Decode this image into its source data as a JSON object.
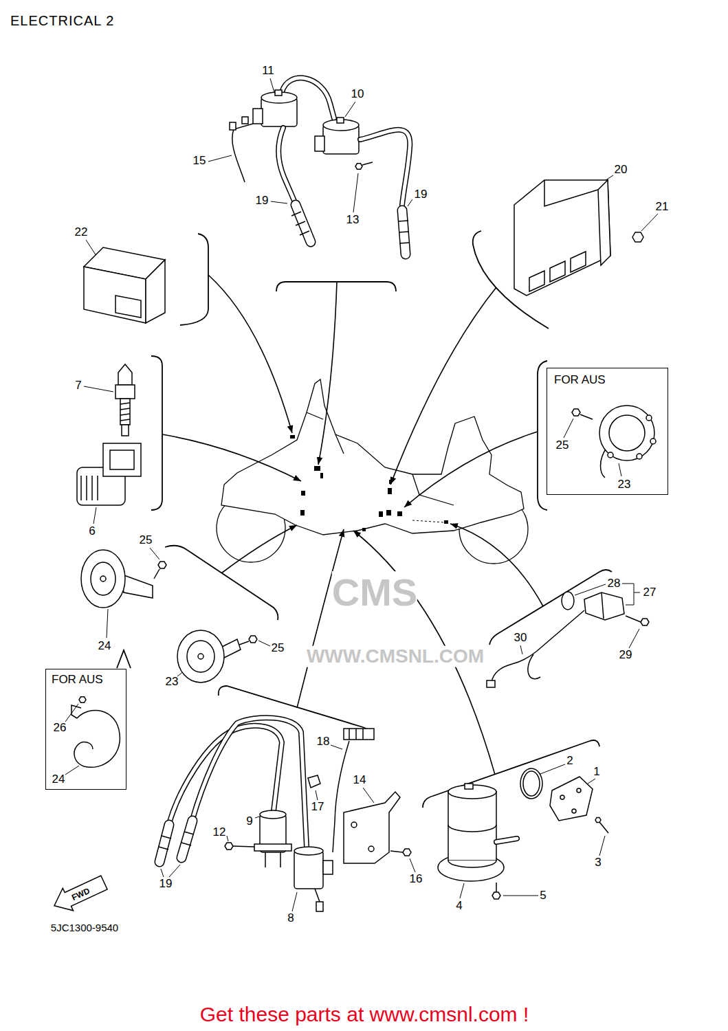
{
  "diagram": {
    "title": "ELECTRICAL 2",
    "caption": "Get these parts at www.cmsnl.com !",
    "nodes": [
      {
        "text": [
          "FOR AUS",
          "25",
          "23"
        ]
      },
      {
        "text": [
          "FOR AUS",
          "26",
          "24"
        ]
      }
    ],
    "labels": [
      "11",
      "10",
      "15",
      "20",
      "19",
      "19",
      "21",
      "13",
      "22",
      "7",
      "6",
      "25",
      "28",
      "27",
      "CMS",
      "30",
      "24",
      "25",
      "WWW.CMSNL.COM",
      "29",
      "23",
      "18",
      "2",
      "1",
      "14",
      "17",
      "9",
      "12",
      "3",
      "16",
      "19",
      "FWD",
      "5",
      "4",
      "8",
      "5JC1300-9540"
    ]
  }
}
